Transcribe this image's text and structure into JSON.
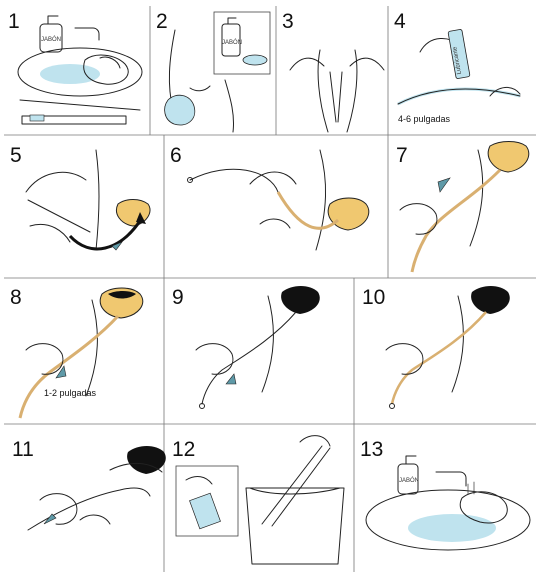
{
  "steps": [
    {
      "number": "1",
      "label": "JABÓN"
    },
    {
      "number": "2",
      "label": "JABÓN"
    },
    {
      "number": "3"
    },
    {
      "number": "4",
      "label": "Lubricante",
      "note": "4-6 pulgadas"
    },
    {
      "number": "5"
    },
    {
      "number": "6"
    },
    {
      "number": "7"
    },
    {
      "number": "8",
      "note": "1-2 pulgadas"
    },
    {
      "number": "9"
    },
    {
      "number": "10"
    },
    {
      "number": "11"
    },
    {
      "number": "12"
    },
    {
      "number": "13",
      "label": "JABÓN"
    }
  ],
  "colors": {
    "urine": "#e9c16a",
    "bladder_full": "#f0c870",
    "bladder_empty": "#111111",
    "water": "#bfe3ee",
    "catheter": "#d9b071",
    "arrow": "#5f9aa8"
  }
}
